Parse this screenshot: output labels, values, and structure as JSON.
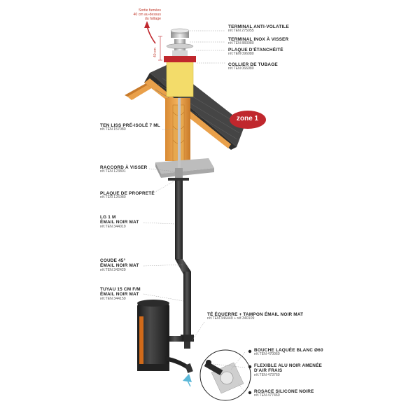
{
  "note": {
    "line1": "Sortie fumées",
    "line2": "40 cm au-dessus",
    "line3": "du faîtage"
  },
  "dimension": "40 cm",
  "zone": "zone 1",
  "labels": {
    "terminal_anti_volatile": {
      "title": "TERMINAL ANTI-VOLATILE",
      "ref": "réf.TEN 275055"
    },
    "terminal_inox": {
      "title": "TERMINAL INOX À VISSER",
      "ref": "réf.TEN 883080"
    },
    "plaque_etancheite": {
      "title": "PLAQUE D'ÉTANCHÉITÉ",
      "ref": "réf.TEN 096080"
    },
    "collier_tubage": {
      "title": "COLLIER DE TUBAGE",
      "ref": "réf.TEN 066080"
    },
    "ten_liss": {
      "title": "TEN LISS PRÉ-ISOLÉ 7 ML",
      "ref": "réf.TEN 157080"
    },
    "raccord": {
      "title": "RACCORD À VISSER",
      "ref": "réf.TEN 123801"
    },
    "plaque_proprete": {
      "title": "PLAQUE DE PROPRETÉ",
      "ref": "réf.TEN 126080"
    },
    "lg1m": {
      "title1": "LG 1 M",
      "title2": "ÉMAIL NOIR MAT",
      "ref": "réf.TEN 344019"
    },
    "coude": {
      "title1": "COUDE 45°",
      "title2": "ÉMAIL NOIR MAT",
      "ref": "réf.TEN 342429"
    },
    "tuyau": {
      "title1": "TUYAU 15 CM F/M",
      "title2": "ÉMAIL NOIR MAT",
      "ref": "réf.TEN 344159"
    },
    "te_equerre": {
      "title": "TÉ ÉQUERRE + TAMPON ÉMAIL NOIR MAT",
      "ref": "réf.TEN 346449 + réf.340109"
    },
    "bouche": {
      "title": "BOUCHE LAQUÉE BLANC Ø60",
      "ref": "réf.TEN 470060"
    },
    "flexible": {
      "title1": "FLEXIBLE ALU NOIR AMENÉE",
      "title2": "D'AIR FRAIS",
      "ref": "réf.TEN 473760"
    },
    "rosace": {
      "title": "ROSACE SILICONE NOIRE",
      "ref": "réf.TEN 477460"
    }
  },
  "colors": {
    "pipe": "#3a3a3a",
    "brick": "#f3dc6a",
    "roof": "#4a4a4a",
    "wood": "#e9a04a",
    "red": "#c0272d"
  }
}
